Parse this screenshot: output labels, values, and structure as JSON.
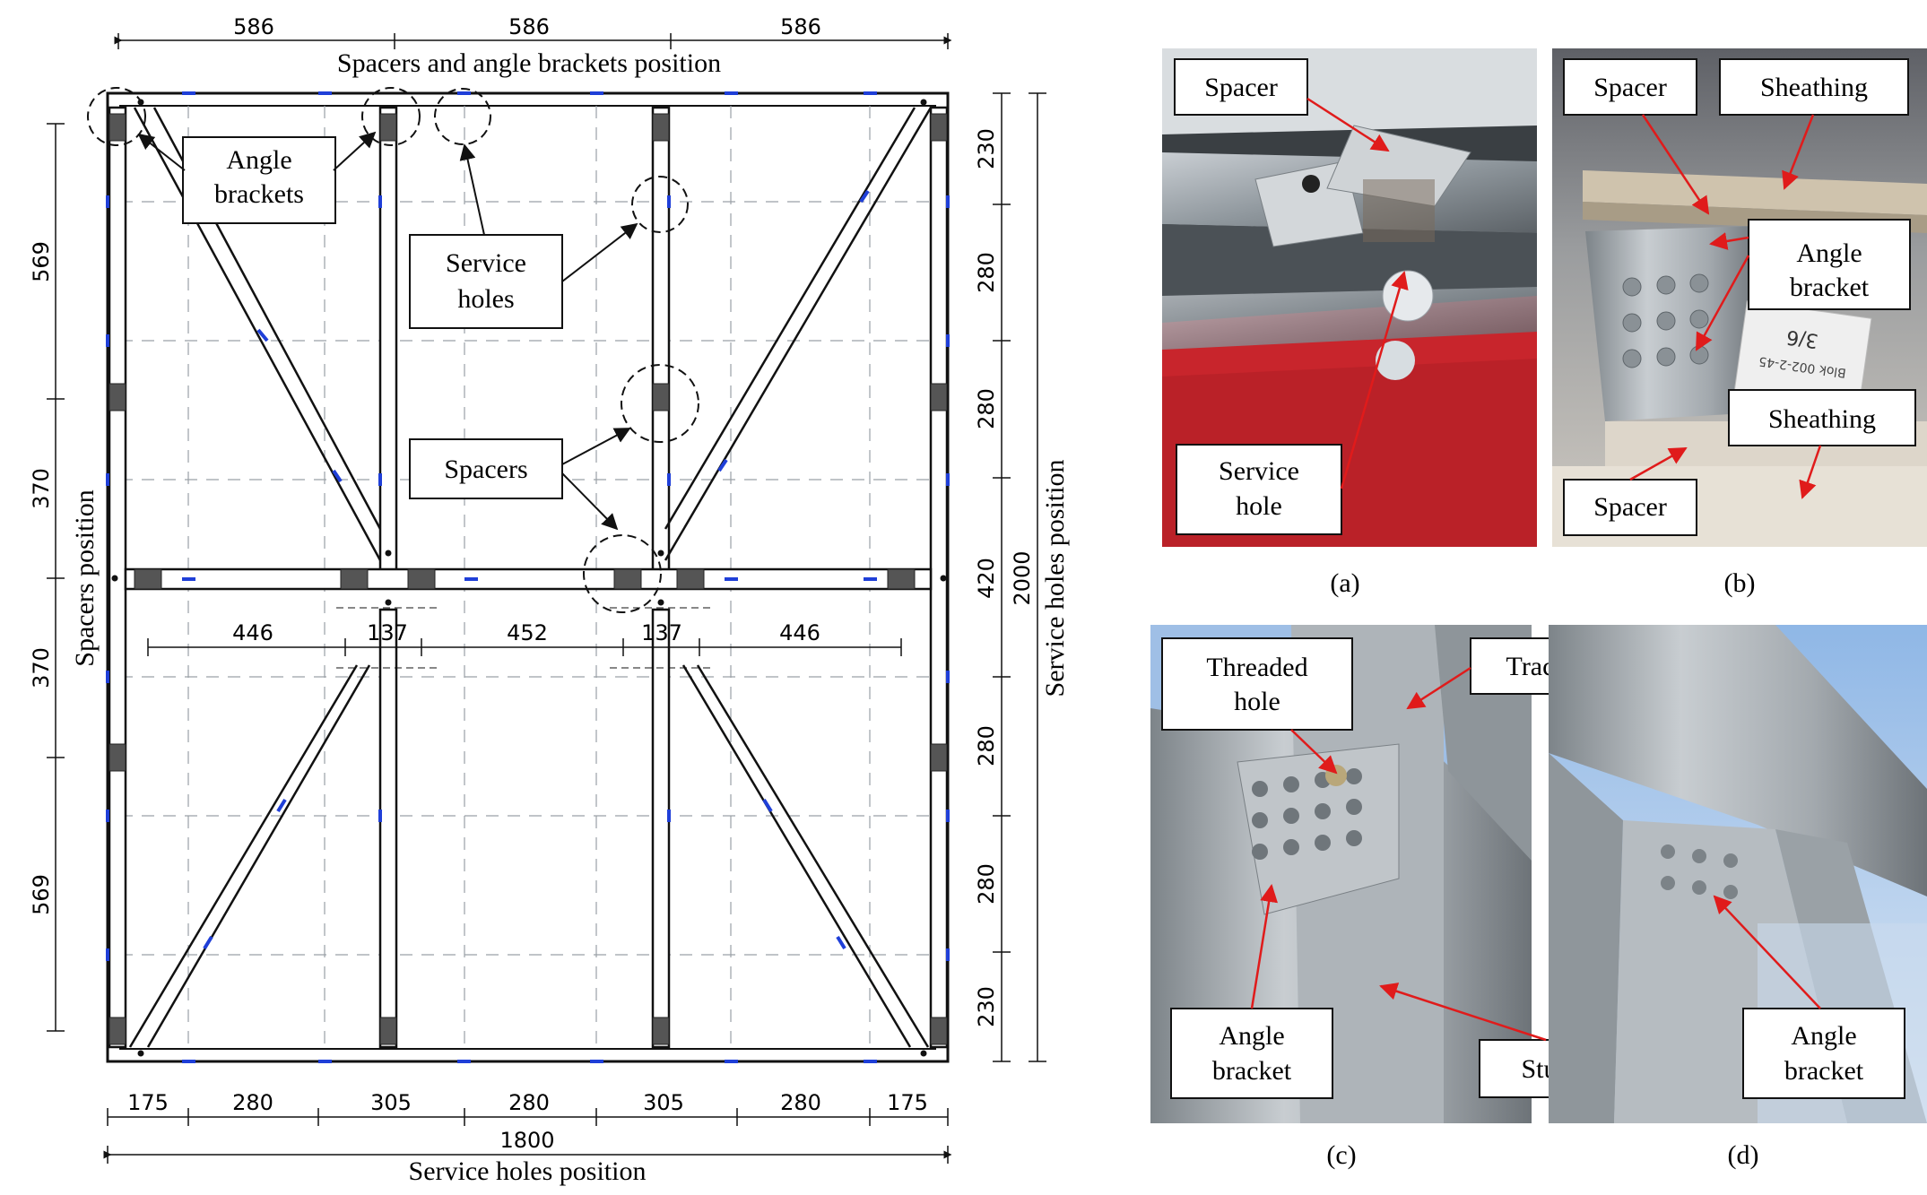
{
  "drawing": {
    "top_dims": [
      "586",
      "586",
      "586"
    ],
    "top_title": "Spacers and angle brackets position",
    "left_title": "Spacers position",
    "left_dims": [
      "569",
      "370",
      "370",
      "569"
    ],
    "right_dims": [
      "230",
      "280",
      "280",
      "420",
      "280",
      "280",
      "230"
    ],
    "right_total": "2000",
    "right_title": "Service holes position",
    "mid_dims": [
      "446",
      "137",
      "452",
      "137",
      "446"
    ],
    "bottom_dims": [
      "175",
      "280",
      "305",
      "280",
      "305",
      "280",
      "175"
    ],
    "bottom_total": "1800",
    "bottom_title": "Service holes position",
    "callouts": {
      "angle_brackets": [
        "Angle",
        "brackets"
      ],
      "service_holes": [
        "Service",
        "holes"
      ],
      "spacers": "Spacers"
    }
  },
  "photos": {
    "a": {
      "caption": "(a)",
      "labels": {
        "spacer": "Spacer",
        "service_hole": [
          "Service",
          "hole"
        ]
      }
    },
    "b": {
      "caption": "(b)",
      "labels": {
        "spacer_top": "Spacer",
        "sheathing_top": "Sheathing",
        "angle_bracket": [
          "Angle",
          "bracket"
        ],
        "sheathing_bottom": "Sheathing",
        "spacer_bottom": "Spacer",
        "tag": [
          "3/6",
          "Blok 002-2-45"
        ]
      }
    },
    "c": {
      "caption": "(c)",
      "labels": {
        "threaded_hole": [
          "Threaded",
          "hole"
        ],
        "track": "Track",
        "angle_bracket": [
          "Angle",
          "bracket"
        ],
        "stud": "Stud"
      }
    },
    "d": {
      "caption": "(d)",
      "labels": {
        "angle_bracket": [
          "Angle",
          "bracket"
        ]
      }
    }
  },
  "colors": {
    "arrow_red": "#e01b1b",
    "service_hole_blue": "#1f3fd8",
    "frame": "#111111"
  }
}
